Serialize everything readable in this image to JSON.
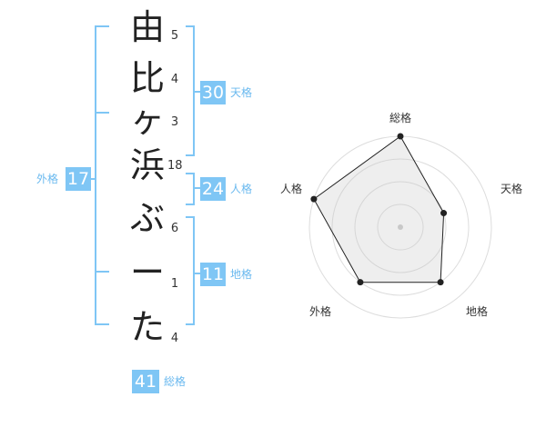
{
  "name_chars": [
    "由",
    "比",
    "ヶ",
    "浜",
    "ぶ",
    "ー",
    "た"
  ],
  "strokes": [
    "5",
    "4",
    "3",
    "18",
    "6",
    "1",
    "4"
  ],
  "kaku": {
    "tenkaku": {
      "value": "30",
      "label": "天格"
    },
    "jinkaku": {
      "value": "24",
      "label": "人格"
    },
    "chikaku": {
      "value": "11",
      "label": "地格"
    },
    "gaikaku": {
      "value": "17",
      "label": "外格"
    },
    "soukaku": {
      "value": "41",
      "label": "総格"
    }
  },
  "colors": {
    "accent": "#7fc6f5",
    "accent_text": "#6ab9ef"
  },
  "chart_data": {
    "type": "radar",
    "axes": [
      "総格",
      "天格",
      "地格",
      "外格",
      "人格"
    ],
    "levels": 4,
    "max": 4,
    "values": [
      4,
      2,
      3,
      3,
      4
    ]
  }
}
